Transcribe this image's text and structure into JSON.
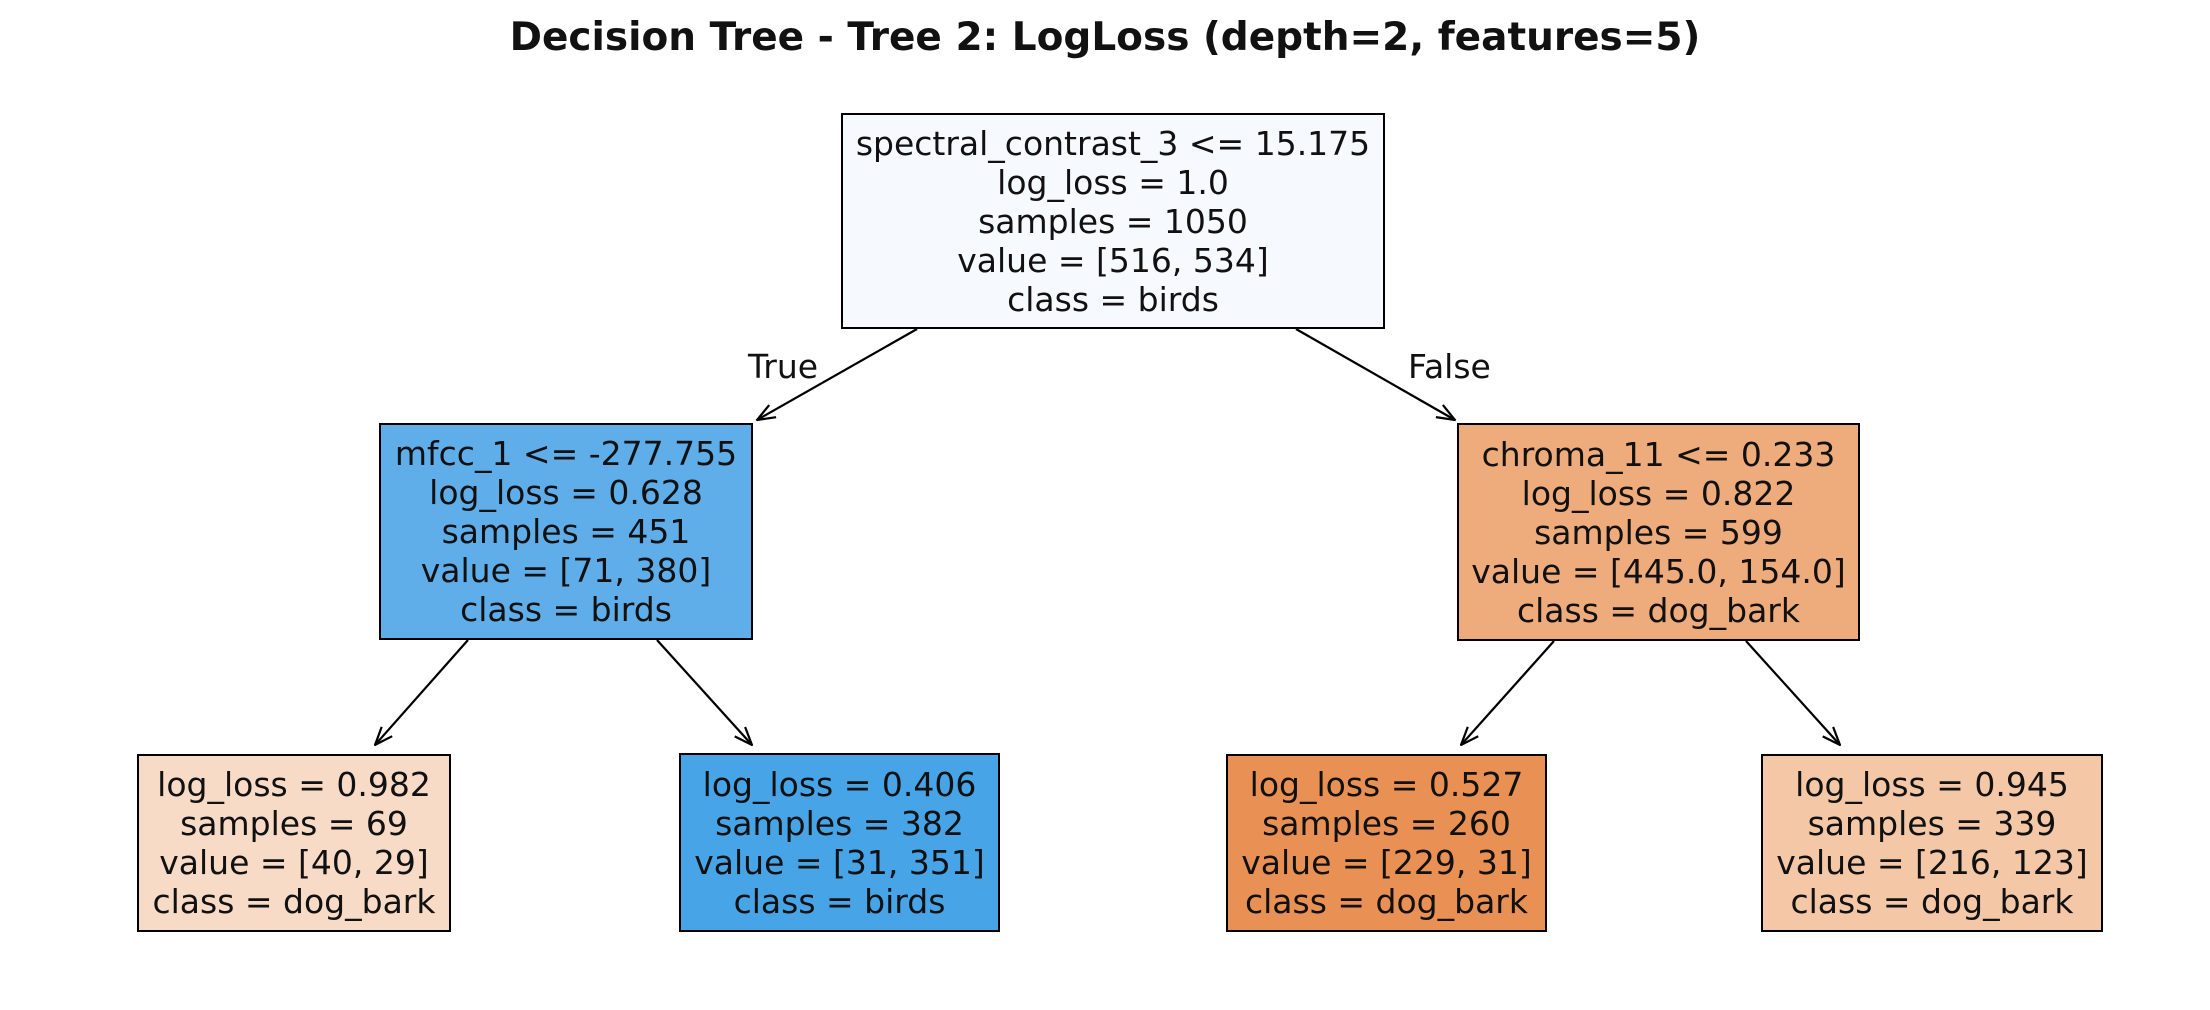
{
  "title": "Decision Tree - Tree 2: LogLoss (depth=2, features=5)",
  "edge_labels": {
    "true": "True",
    "false": "False"
  },
  "colors": {
    "node_root": "#f6fafe",
    "node_left": "#5faeea",
    "node_right": "#eeab7b",
    "leaf_1": "#f8dbc6",
    "leaf_2": "#47a4e7",
    "leaf_3": "#e99154",
    "leaf_4": "#f4c8a7",
    "border": "#000000"
  },
  "nodes": {
    "root": {
      "split": "spectral_contrast_3 <= 15.175",
      "log_loss": "log_loss = 1.0",
      "samples": "samples = 1050",
      "value": "value = [516, 534]",
      "class": "class = birds"
    },
    "left": {
      "split": "mfcc_1 <= -277.755",
      "log_loss": "log_loss = 0.628",
      "samples": "samples = 451",
      "value": "value = [71, 380]",
      "class": "class = birds"
    },
    "right": {
      "split": "chroma_11 <= 0.233",
      "log_loss": "log_loss = 0.822",
      "samples": "samples = 599",
      "value": "value = [445.0, 154.0]",
      "class": "class = dog_bark"
    },
    "leaf_1": {
      "log_loss": "log_loss = 0.982",
      "samples": "samples = 69",
      "value": "value = [40, 29]",
      "class": "class = dog_bark"
    },
    "leaf_2": {
      "log_loss": "log_loss = 0.406",
      "samples": "samples = 382",
      "value": "value = [31, 351]",
      "class": "class = birds"
    },
    "leaf_3": {
      "log_loss": "log_loss = 0.527",
      "samples": "samples = 260",
      "value": "value = [229, 31]",
      "class": "class = dog_bark"
    },
    "leaf_4": {
      "log_loss": "log_loss = 0.945",
      "samples": "samples = 339",
      "value": "value = [216, 123]",
      "class": "class = dog_bark"
    }
  }
}
